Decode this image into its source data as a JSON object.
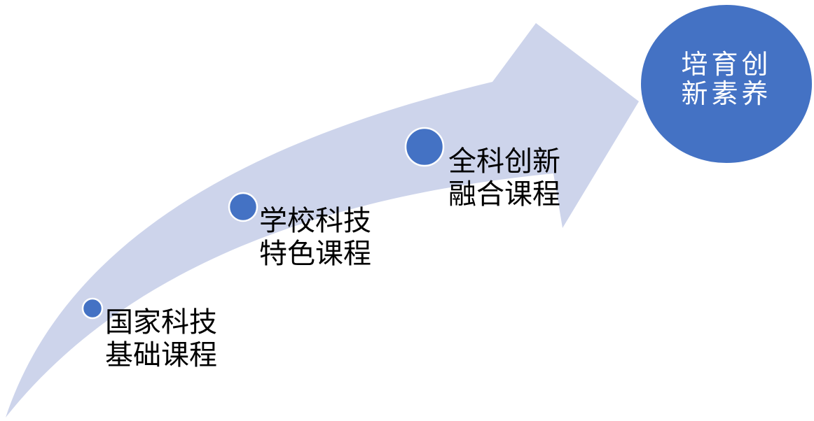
{
  "diagram": {
    "type": "ascending-arrow-process",
    "steps": [
      {
        "label": "国家科技\n基础课程"
      },
      {
        "label": "学校科技\n特色课程"
      },
      {
        "label": "全科创新\n融合课程"
      }
    ],
    "goal": {
      "label": "培育创\n新素养"
    },
    "colors": {
      "arrow_fill": "#CDD4EB",
      "node_fill": "#4472C4",
      "node_outline": "#FFFFFF",
      "step_text": "#000000",
      "goal_text": "#FFFFFF",
      "background": "#FFFFFF"
    }
  }
}
